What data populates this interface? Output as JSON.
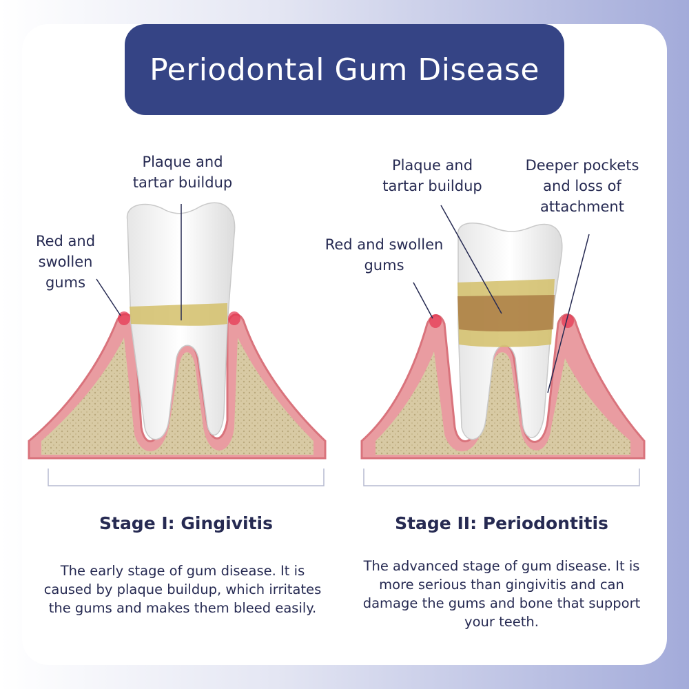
{
  "title": "Periodontal Gum Disease",
  "stages": [
    {
      "name": "Stage I: Gingivitis",
      "labels": {
        "plaque": "Plaque and tartar buildup",
        "gums": "Red and swollen gums"
      },
      "description": "The early stage of gum disease. It is caused by plaque buildup, which irritates the gums and makes them bleed easily."
    },
    {
      "name": "Stage II: Periodontitis",
      "labels": {
        "plaque": "Plaque and tartar buildup",
        "gums": "Red and swollen gums",
        "pockets": "Deeper pockets and loss of attachment"
      },
      "description": "The advanced stage of gum disease. It is more serious than gingivitis and can damage the gums and bone that support your teeth."
    }
  ],
  "colors": {
    "title_bg": "#354485",
    "gum": "#e79a9f",
    "bone": "#d7c9a2",
    "tartar": "#d4bf6a",
    "text": "#262a52"
  }
}
